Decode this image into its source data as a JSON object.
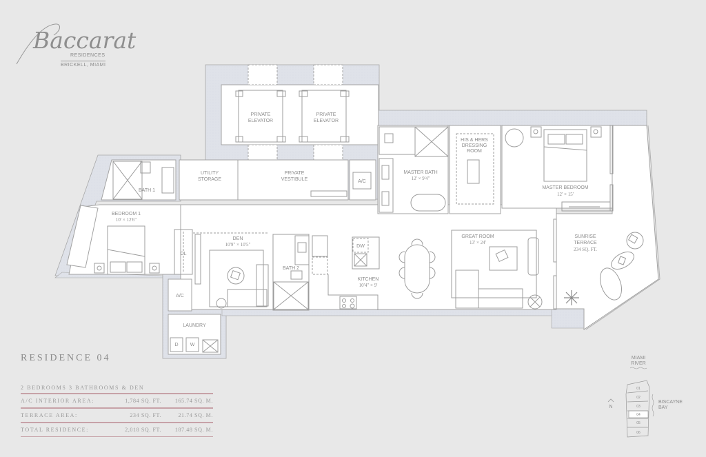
{
  "brand": {
    "name": "Baccarat",
    "sub1": "RESIDENCES",
    "sub2": "BRICKELL, MIAMI"
  },
  "residence": {
    "title": "RESIDENCE 04",
    "summary": "2 BEDROOMS    3 BATHROOMS & DEN",
    "areas": [
      {
        "label": "A/C INTERIOR AREA:",
        "sqft": "1,784 SQ. FT.",
        "sqm": "165.74 SQ. M."
      },
      {
        "label": "TERRACE AREA:",
        "sqft": "234 SQ. FT.",
        "sqm": "21.74 SQ. M."
      },
      {
        "label": "TOTAL RESIDENCE:",
        "sqft": "2,018 SQ. FT.",
        "sqm": "187.48 SQ. M."
      }
    ]
  },
  "rooms": {
    "elevator1": [
      "PRIVATE",
      "ELEVATOR"
    ],
    "elevator2": [
      "PRIVATE",
      "ELEVATOR"
    ],
    "utility": [
      "UTILITY",
      "STORAGE"
    ],
    "vestibule": [
      "PRIVATE",
      "VESTIBULE"
    ],
    "ac_top": "A/C",
    "bath1": "BATH 1",
    "bedroom1": {
      "name": "BEDROOM 1",
      "dims": "10' × 12'6\""
    },
    "closet": "CL",
    "ac_left": "A/C",
    "laundry": "LAUNDRY",
    "dryer": "D",
    "washer": "W",
    "den": {
      "name": "DEN",
      "dims": "10'9\" × 10'5\""
    },
    "bath2": "BATH 2",
    "dw": "DW",
    "kitchen": {
      "name": "KITCHEN",
      "dims": "10'4\" × 9'"
    },
    "master_bath": {
      "name": "MASTER BATH",
      "dims": "12' × 9'4\""
    },
    "dressing": [
      "HIS & HERS",
      "DRESSING",
      "ROOM"
    ],
    "master_bedroom": {
      "name": "MASTER BEDROOM",
      "dims": "12' × 15'"
    },
    "great_room": {
      "name": "GREAT ROOM",
      "dims": "13' × 24'"
    },
    "terrace": {
      "name1": "SUNRISE",
      "name2": "TERRACE",
      "area": "234 SQ. FT."
    }
  },
  "keyplan": {
    "top_label": [
      "MIAMI",
      "RIVER"
    ],
    "side_label": [
      "BISCAYNE",
      "BAY"
    ],
    "north": "N",
    "units": [
      "01",
      "02",
      "03",
      "04",
      "05",
      "06"
    ],
    "highlight": "04"
  },
  "colors": {
    "background": "#e8e8e8",
    "wall_fill": "#dfe2e9",
    "line": "#9a9a9a",
    "rule": "#c7a2a8"
  }
}
